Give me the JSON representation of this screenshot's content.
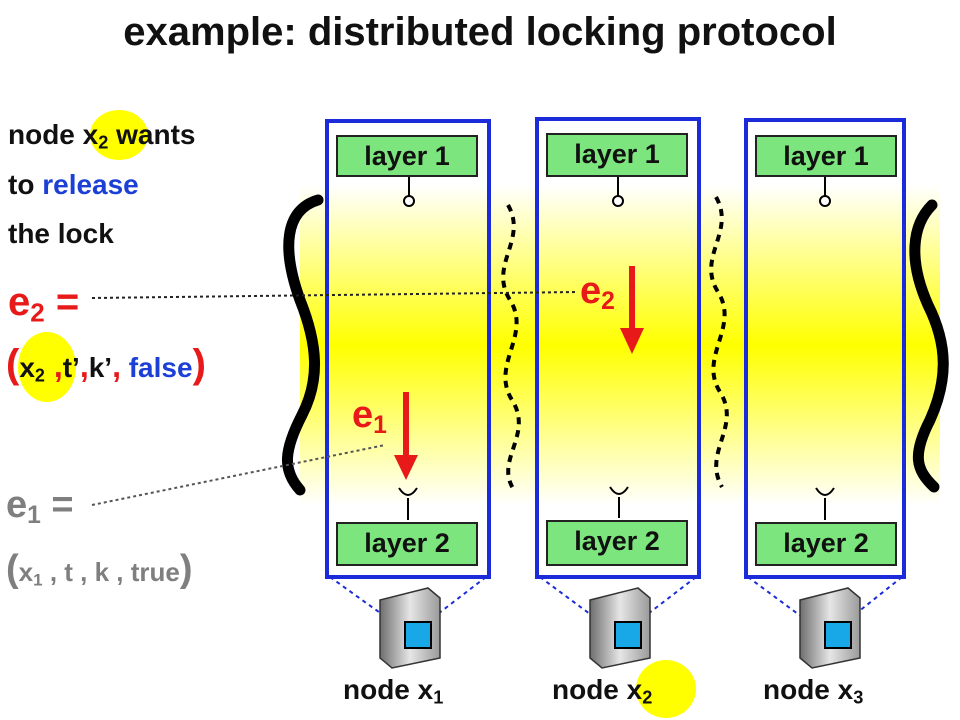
{
  "title": "example: distributed locking protocol",
  "intro": {
    "line1_pre": "node ",
    "line1_node": "x",
    "line1_sub": "2",
    "line1_post": " wants",
    "line2_pre": "to ",
    "line2_release": "release",
    "line3": "the lock"
  },
  "e2_label": {
    "e": "e",
    "sub": "2",
    "eq": " ="
  },
  "e2_tuple": {
    "open": "(",
    "node": "x",
    "node_sub": "2",
    "comma1": " ,",
    "t": "t’",
    "comma2": ",",
    "k": "k’",
    "comma3": ",",
    "flag": " false",
    "close": ")"
  },
  "e1_label": {
    "e": "e",
    "sub": "1",
    "eq": " ="
  },
  "e1_tuple": {
    "open": "(",
    "node": "x",
    "node_sub": "1",
    "t": " , t",
    "k": " , k",
    "flag": " , true",
    "close": ")"
  },
  "nodes": [
    {
      "layer_top": "layer 1",
      "layer_bottom": "layer 2",
      "label": "node x",
      "sub": "1"
    },
    {
      "layer_top": "layer 1",
      "layer_bottom": "layer 2",
      "label": "node x",
      "sub": "2"
    },
    {
      "layer_top": "layer 1",
      "layer_bottom": "layer 2",
      "label": "node x",
      "sub": "3"
    }
  ],
  "events": [
    {
      "e": "e",
      "sub": "1"
    },
    {
      "e": "e",
      "sub": "2"
    }
  ],
  "colors": {
    "frame": "#1c2bd9",
    "layer": "#7de57d",
    "highlight": "#ffff00",
    "arrow": "#e81919",
    "band": "#ffff00"
  }
}
